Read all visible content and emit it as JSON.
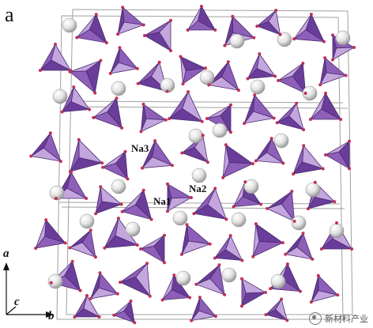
{
  "panel_label": "a",
  "site_labels": {
    "na1": "Na1",
    "na2": "Na2",
    "na3": "Na3"
  },
  "axes": {
    "a": "a",
    "b": "b",
    "c": "c"
  },
  "watermark": "新材料产业",
  "colors": {
    "polyhedron_dark": "#6a3d9a",
    "polyhedron_mid": "#8e5fb8",
    "polyhedron_light": "#c4a6de",
    "polyhedron_edge": "#4a2a6e",
    "oxygen_node": "#c0305a",
    "na_sphere": "#e8e8e8",
    "cell_edge": "#9a9a9a"
  }
}
